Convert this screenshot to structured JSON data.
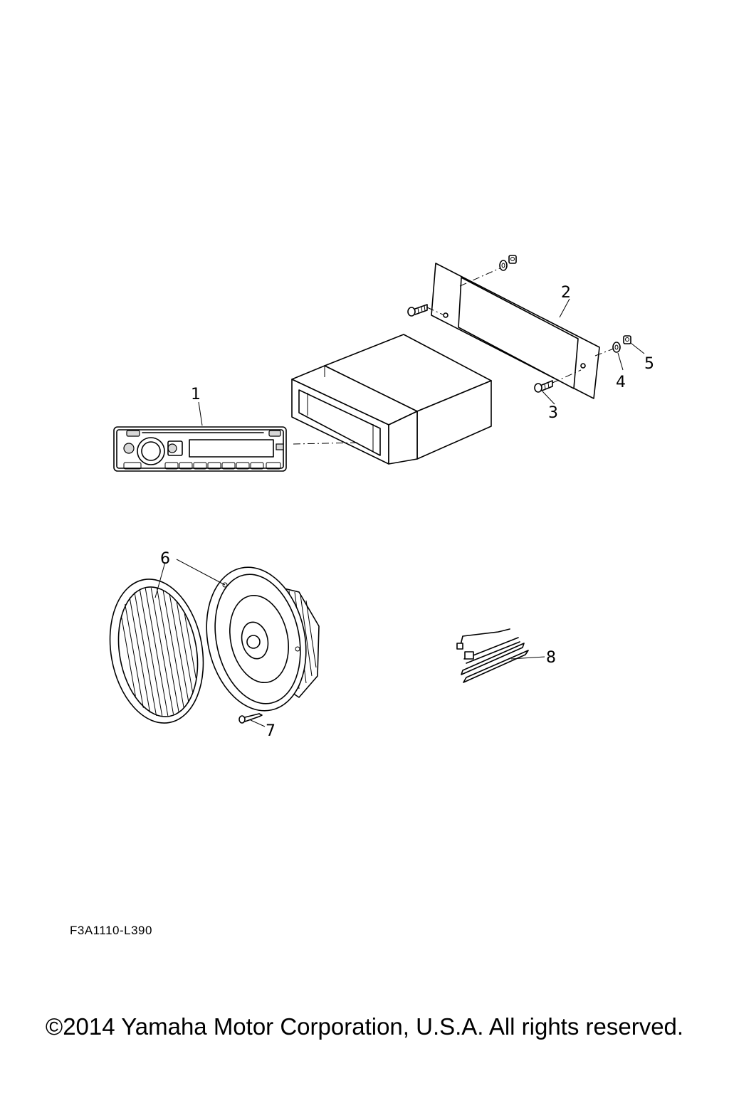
{
  "callouts": [
    {
      "id": "1",
      "label": "1"
    },
    {
      "id": "2",
      "label": "2"
    },
    {
      "id": "3",
      "label": "3"
    },
    {
      "id": "4",
      "label": "4"
    },
    {
      "id": "5",
      "label": "5"
    },
    {
      "id": "6",
      "label": "6"
    },
    {
      "id": "7",
      "label": "7"
    },
    {
      "id": "8",
      "label": "8"
    }
  ],
  "part_code": "F3A1110-L390",
  "copyright": "©2014 Yamaha Motor Corporation, U.S.A. All rights reserved."
}
